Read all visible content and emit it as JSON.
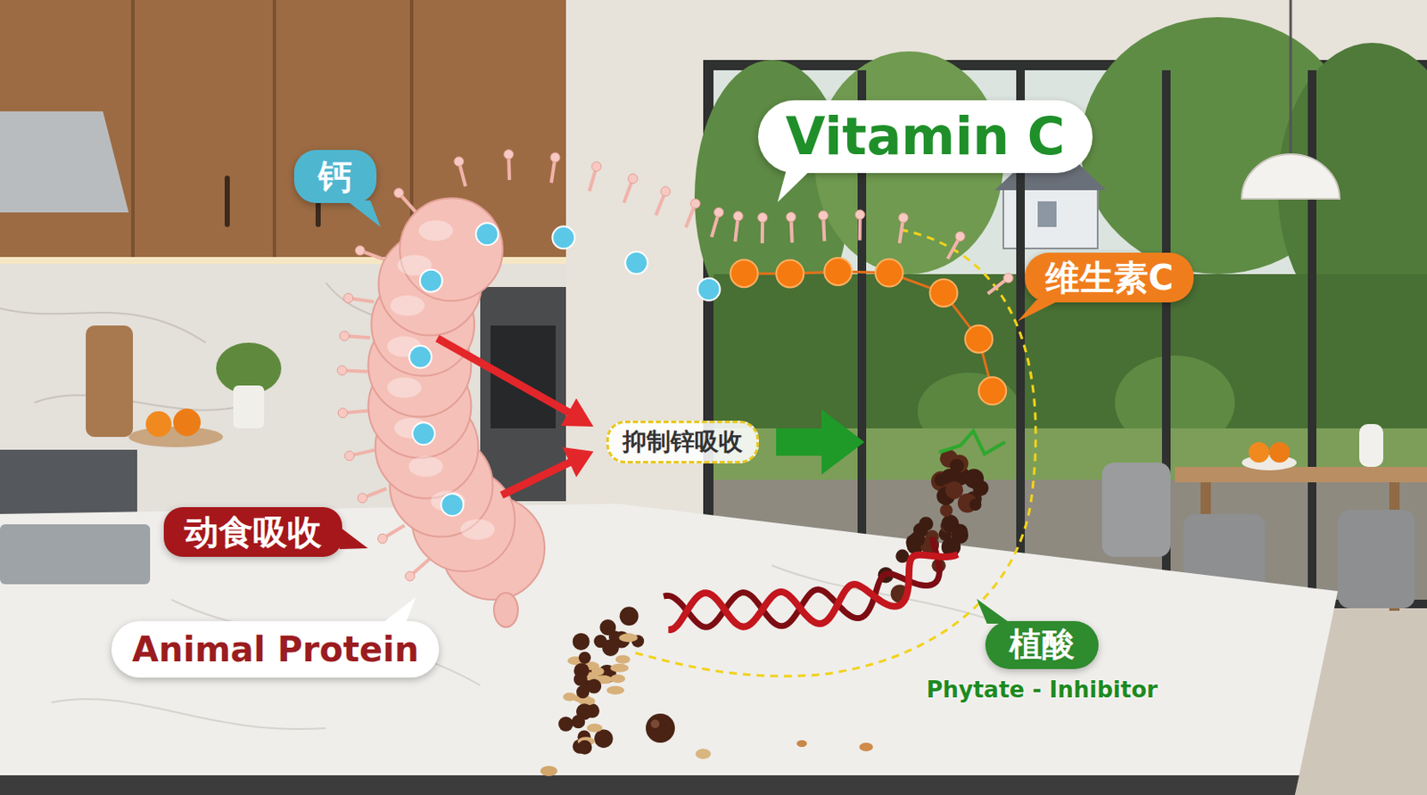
{
  "diagram": {
    "nodes": [
      {
        "text": [
          "Vitamin C"
        ]
      },
      {
        "text": [
          "钙"
        ]
      },
      {
        "text": [
          "维生素C"
        ]
      },
      {
        "text": [
          "抑制锌吸收"
        ]
      },
      {
        "text": [
          "动食吸收"
        ]
      },
      {
        "text": [
          "Animal Protein"
        ]
      },
      {
        "text": [
          "植酸",
          "Phytate - Inhibitor"
        ]
      }
    ]
  }
}
